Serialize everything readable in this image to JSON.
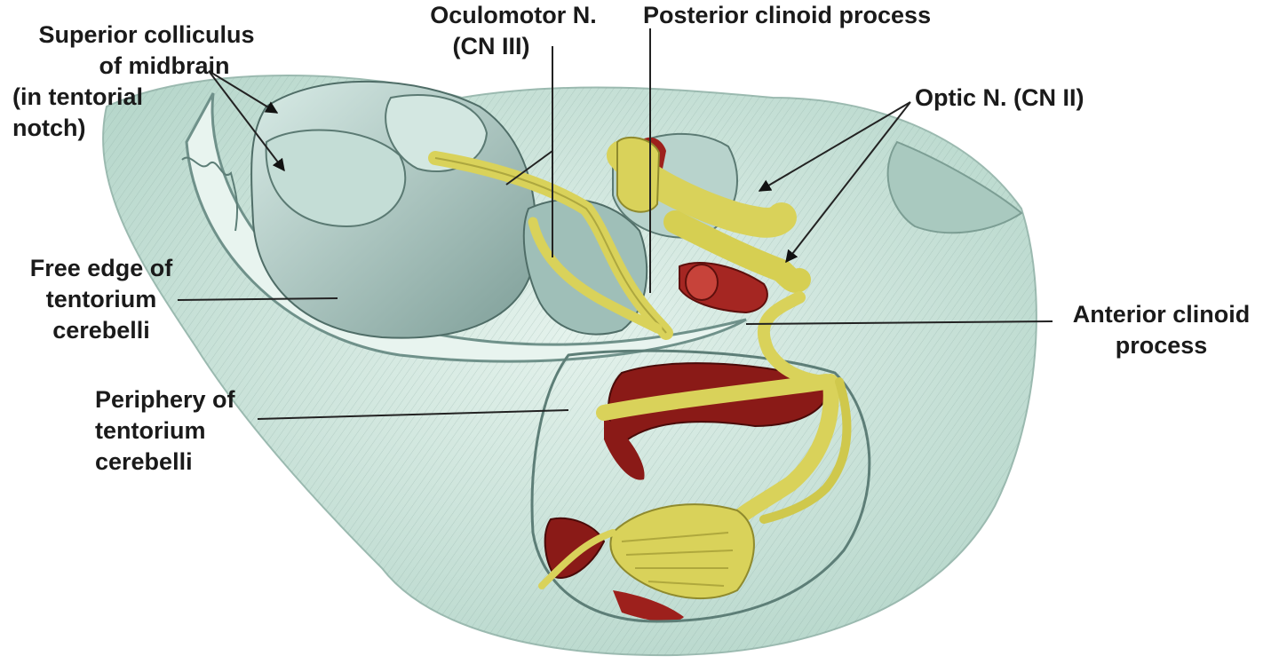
{
  "labels": {
    "superior_colliculus": {
      "line1": "Superior colliculus",
      "line2": "of midbrain",
      "line3": "(in tentorial",
      "line4": "notch)"
    },
    "oculomotor": {
      "line1": "Oculomotor N.",
      "line2": "(CN III)"
    },
    "posterior_clinoid": {
      "line1": "Posterior clinoid process"
    },
    "optic": {
      "line1": "Optic N. (CN II)"
    },
    "free_edge": {
      "line1": "Free edge of",
      "line2": "tentorium",
      "line3": "cerebelli"
    },
    "anterior_clinoid": {
      "line1": "Anterior clinoid",
      "line2": "process"
    },
    "periphery": {
      "line1": "Periphery of",
      "line2": "tentorium",
      "line3": "cerebelli"
    }
  },
  "colors": {
    "dura": "#cfe6dc",
    "dura_shadow": "#8fb2a8",
    "nerve": "#d9d25a",
    "nerve_dark": "#9c9530",
    "vessel": "#8e1c18",
    "vessel_light": "#c43a30",
    "line": "#2a2a2a"
  }
}
